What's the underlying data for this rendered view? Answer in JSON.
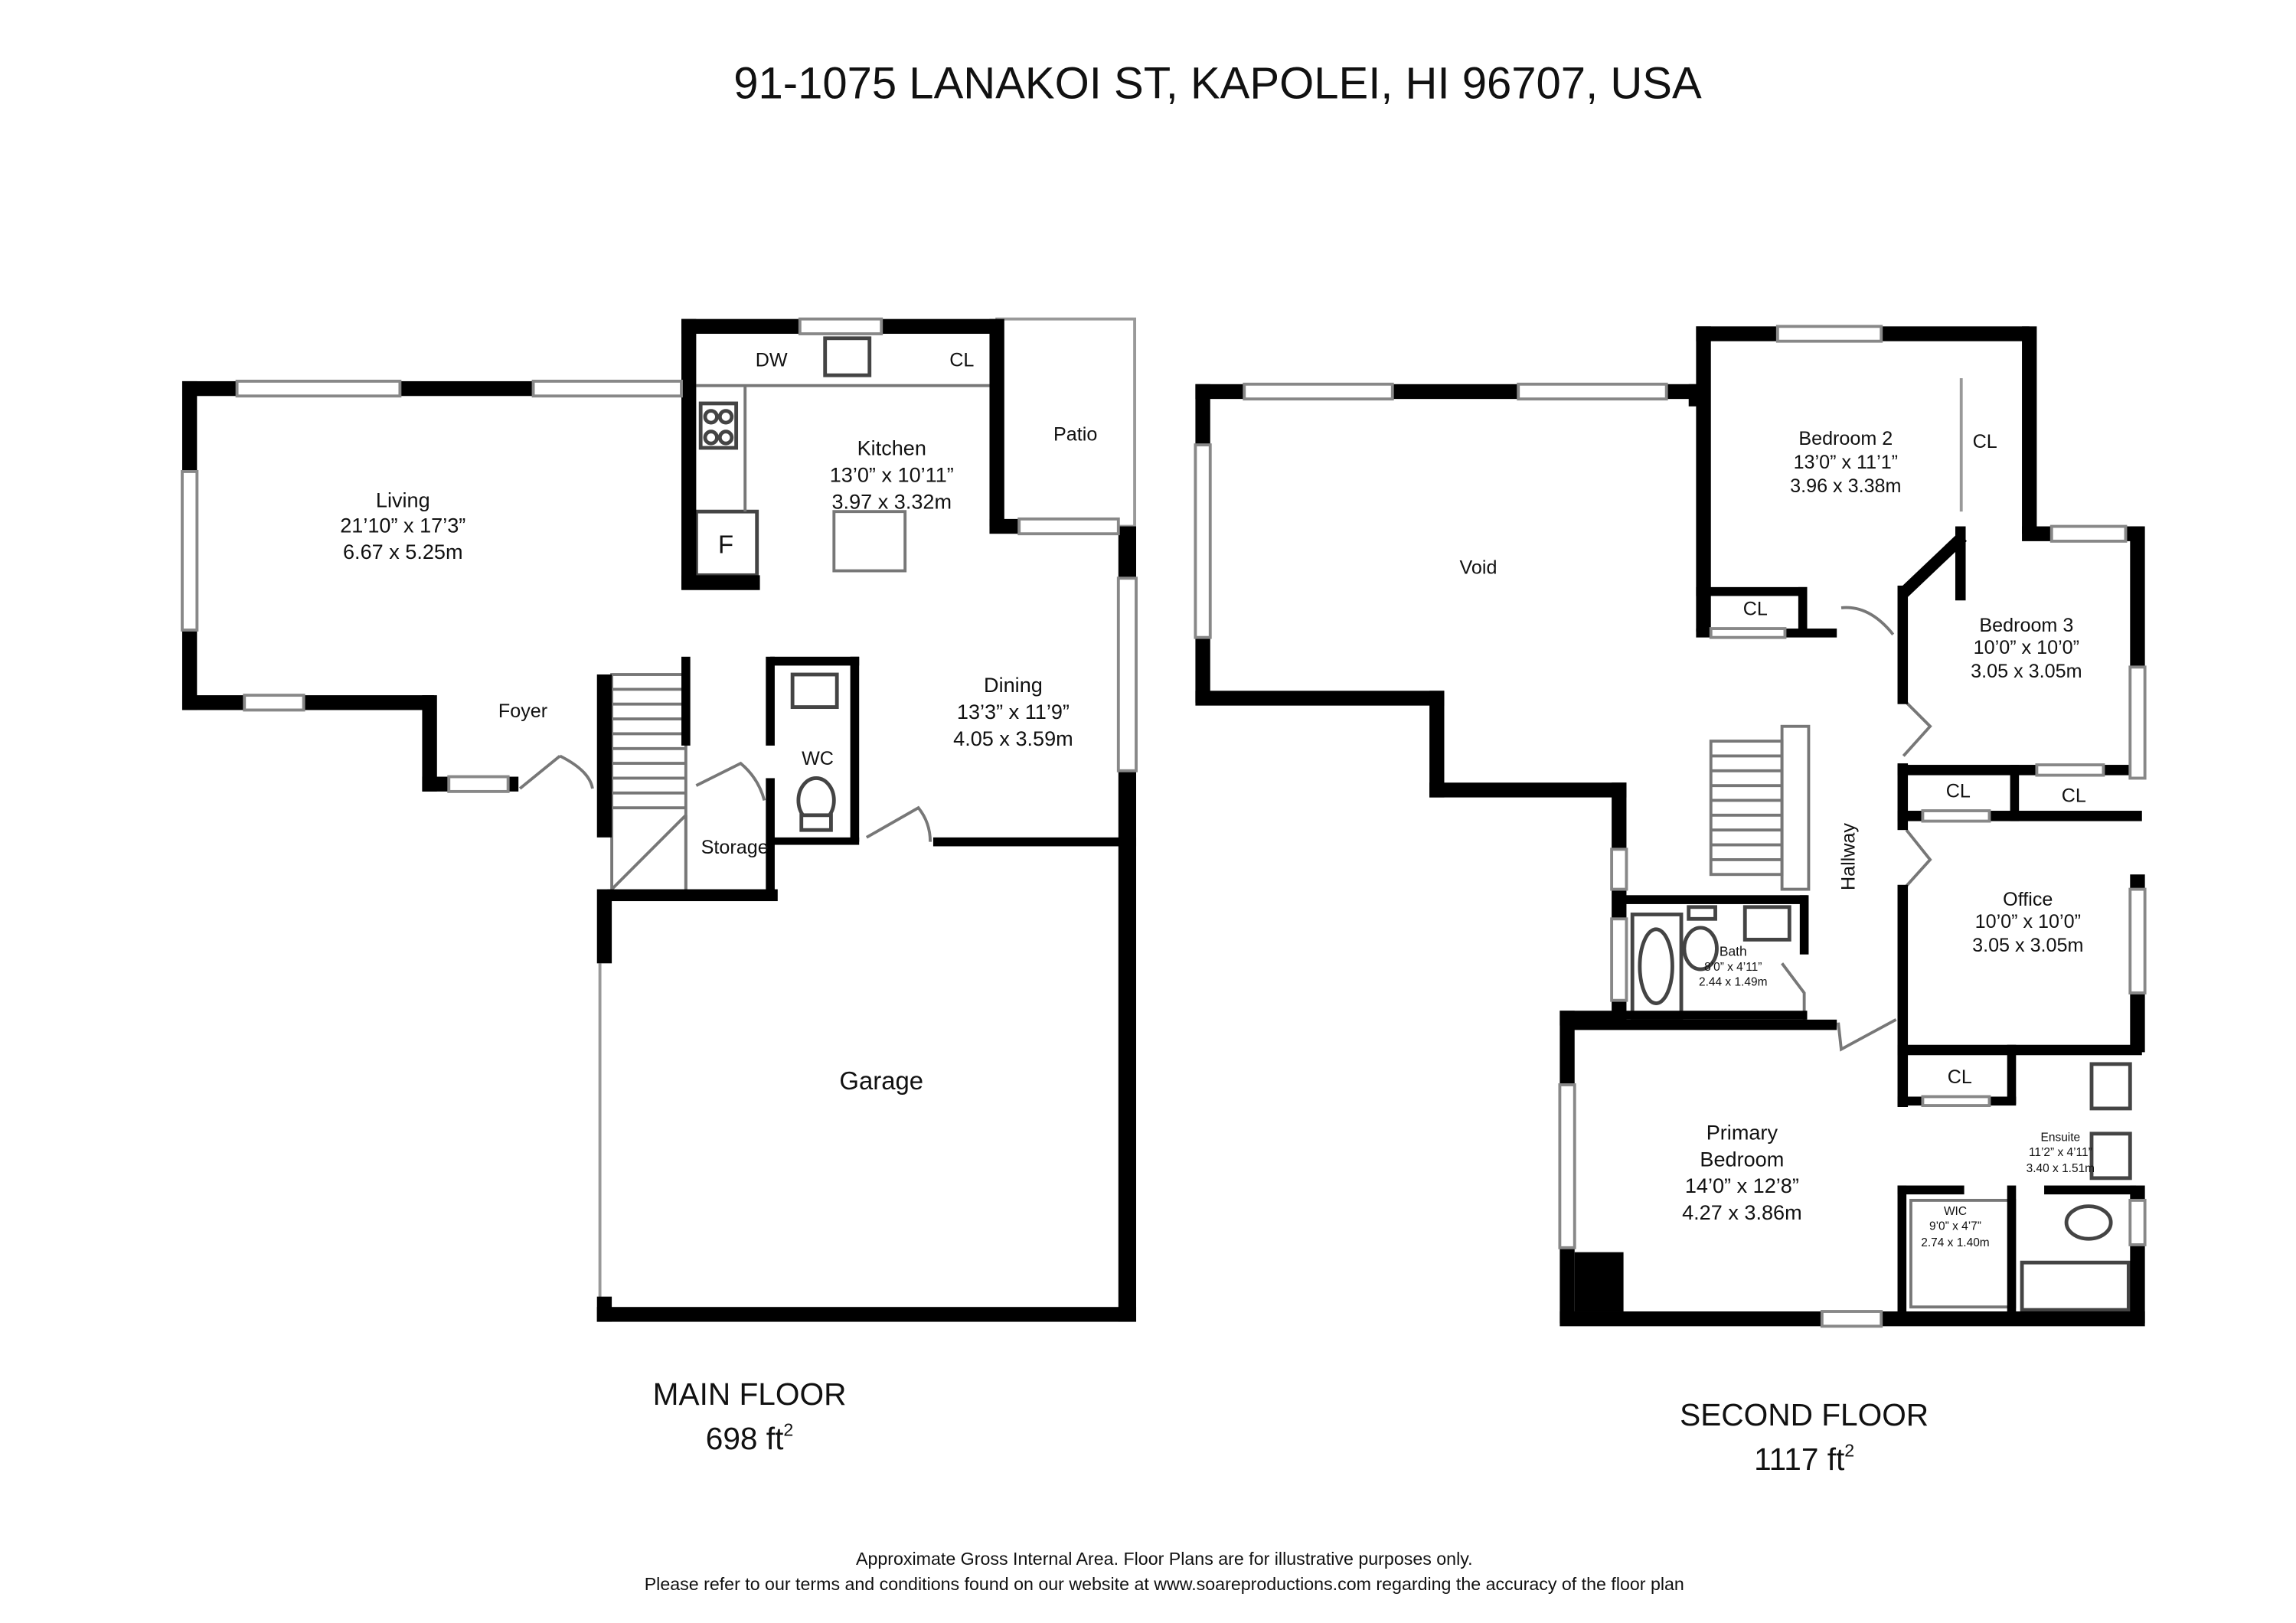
{
  "address": "91-1075 LANAKOI ST, KAPOLEI, HI 96707, USA",
  "floors": [
    {
      "name": "MAIN FLOOR",
      "area_value": "698 ft",
      "area_unit_sup": "2"
    },
    {
      "name": "SECOND FLOOR",
      "area_value": "1117 ft",
      "area_unit_sup": "2"
    }
  ],
  "main_floor_rooms": {
    "living": {
      "name": "Living",
      "imperial": "21’10” x 17’3”",
      "metric": "6.67 x 5.25m"
    },
    "kitchen": {
      "name": "Kitchen",
      "imperial": "13’0” x 10’11”",
      "metric": "3.97 x 3.32m"
    },
    "dining": {
      "name": "Dining",
      "imperial": "13’3” x 11’9”",
      "metric": "4.05 x 3.59m"
    },
    "patio": "Patio",
    "foyer": "Foyer",
    "wc": "WC",
    "storage": "Storage",
    "garage": "Garage",
    "dw": "DW",
    "cl": "CL",
    "f": "F"
  },
  "second_floor_rooms": {
    "void": "Void",
    "bedroom2": {
      "name": "Bedroom 2",
      "imperial": "13’0” x 11’1”",
      "metric": "3.96 x 3.38m"
    },
    "bedroom3": {
      "name": "Bedroom 3",
      "imperial": "10’0” x 10’0”",
      "metric": "3.05 x 3.05m"
    },
    "office": {
      "name": "Office",
      "imperial": "10’0” x 10’0”",
      "metric": "3.05 x 3.05m"
    },
    "primary": {
      "name_line1": "Primary",
      "name_line2": "Bedroom",
      "imperial": "14’0” x 12’8”",
      "metric": "4.27 x 3.86m"
    },
    "bath": {
      "name": "Bath",
      "imperial": "8’0” x 4’11”",
      "metric": "2.44 x 1.49m"
    },
    "ensuite": {
      "name": "Ensuite",
      "imperial": "11’2” x 4’11”",
      "metric": "3.40 x 1.51m"
    },
    "wic": {
      "name": "WIC",
      "imperial": "9’0” x 4’7”",
      "metric": "2.74 x 1.40m"
    },
    "hallway": "Hallway",
    "cl": "CL"
  },
  "disclaimer": {
    "line1": "Approximate Gross Internal Area. Floor Plans are for illustrative purposes only.",
    "line2": "Please refer to our terms and conditions found on our website at www.soareproductions.com regarding the accuracy of the floor plan"
  }
}
